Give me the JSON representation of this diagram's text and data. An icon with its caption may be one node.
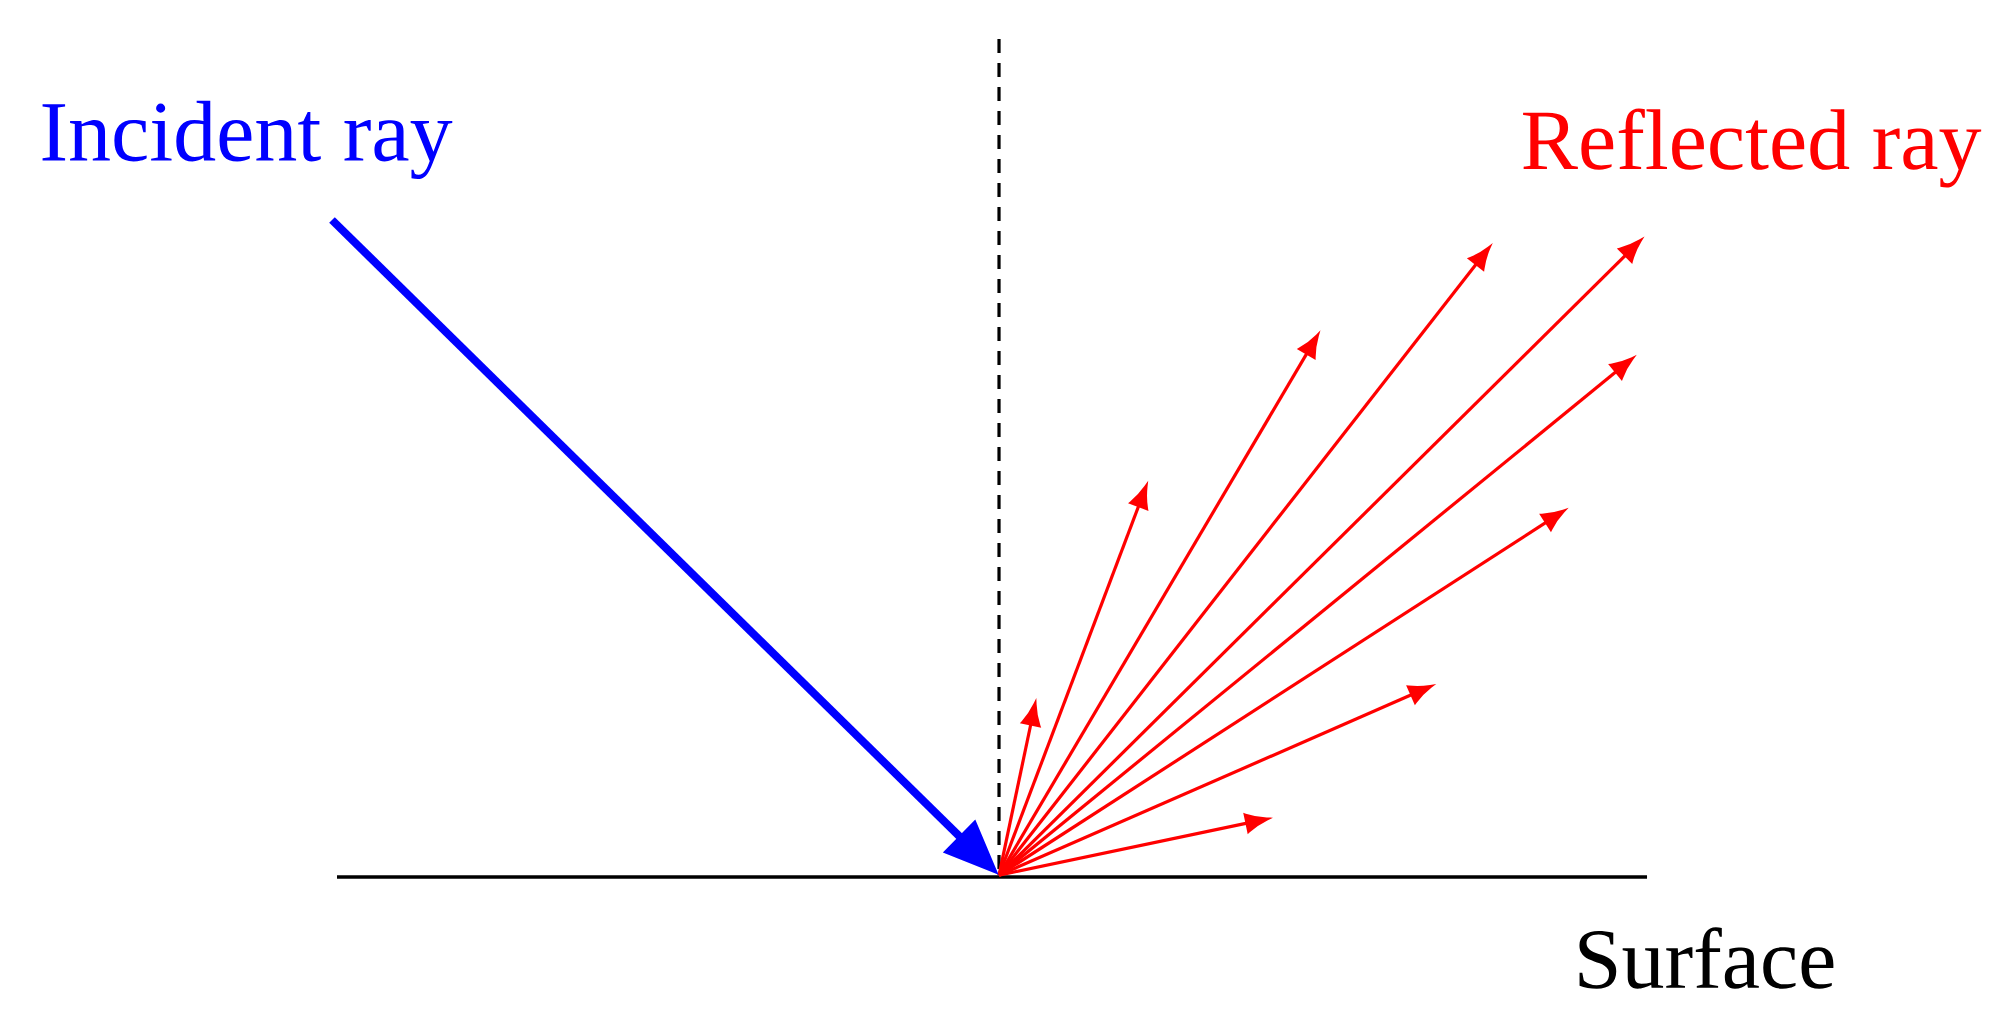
{
  "diagram": {
    "nodes": [
      {
        "text": [
          "Incident ray"
        ]
      },
      {
        "text": [
          "Surface"
        ]
      }
    ],
    "edges": [
      {
        "from": 0,
        "to": 1,
        "arrow": "to",
        "style": "thick",
        "color": "#0000ff"
      },
      {
        "from": 1,
        "to": null,
        "arrow": "to",
        "color": "#ff0000"
      },
      {
        "from": 1,
        "to": null,
        "arrow": "to",
        "color": "#ff0000"
      },
      {
        "from": 1,
        "to": null,
        "arrow": "to",
        "color": "#ff0000"
      },
      {
        "from": 1,
        "to": null,
        "arrow": "to",
        "color": "#ff0000"
      },
      {
        "from": 1,
        "to": null,
        "arrow": "to",
        "color": "#ff0000"
      },
      {
        "from": 1,
        "to": null,
        "arrow": "to",
        "color": "#ff0000"
      },
      {
        "from": 1,
        "to": null,
        "arrow": "to",
        "color": "#ff0000"
      },
      {
        "from": 1,
        "to": null,
        "arrow": "to",
        "color": "#ff0000"
      },
      {
        "from": 1,
        "to": null,
        "arrow": "to",
        "color": "#ff0000"
      }
    ],
    "labels": [
      "Reflected ray"
    ]
  }
}
